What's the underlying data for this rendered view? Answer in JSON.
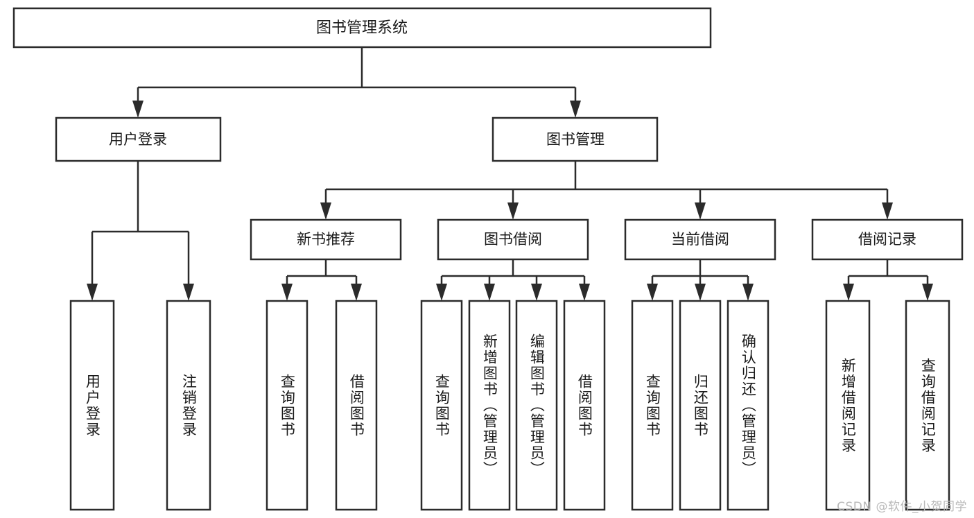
{
  "diagram": {
    "type": "tree-hierarchy",
    "title": "图书管理系统",
    "watermark": "CSDN @软件_小贺同学",
    "colors": {
      "stroke": "#2b2b2b",
      "fill": "#ffffff",
      "text": "#1a1a1a",
      "watermark": "#b9b9b9"
    },
    "levels": {
      "root": {
        "label": "图书管理系统"
      },
      "level2": [
        {
          "label": "用户登录"
        },
        {
          "label": "图书管理"
        }
      ],
      "level3": [
        {
          "label": "新书推荐"
        },
        {
          "label": "图书借阅"
        },
        {
          "label": "当前借阅"
        },
        {
          "label": "借阅记录"
        }
      ],
      "leaves": {
        "user_login": [
          {
            "label": "用户登录"
          },
          {
            "label": "注销登录"
          }
        ],
        "new_book": [
          {
            "label": "查询图书"
          },
          {
            "label": "借阅图书"
          }
        ],
        "book_borrow": [
          {
            "label": "查询图书"
          },
          {
            "label": "新增图书（管理员）"
          },
          {
            "label": "编辑图书（管理员）"
          },
          {
            "label": "借阅图书"
          }
        ],
        "current_borrow": [
          {
            "label": "查询图书"
          },
          {
            "label": "归还图书"
          },
          {
            "label": "确认归还（管理员）"
          }
        ],
        "borrow_record": [
          {
            "label": "新增借阅记录"
          },
          {
            "label": "查询借阅记录"
          }
        ]
      }
    }
  }
}
